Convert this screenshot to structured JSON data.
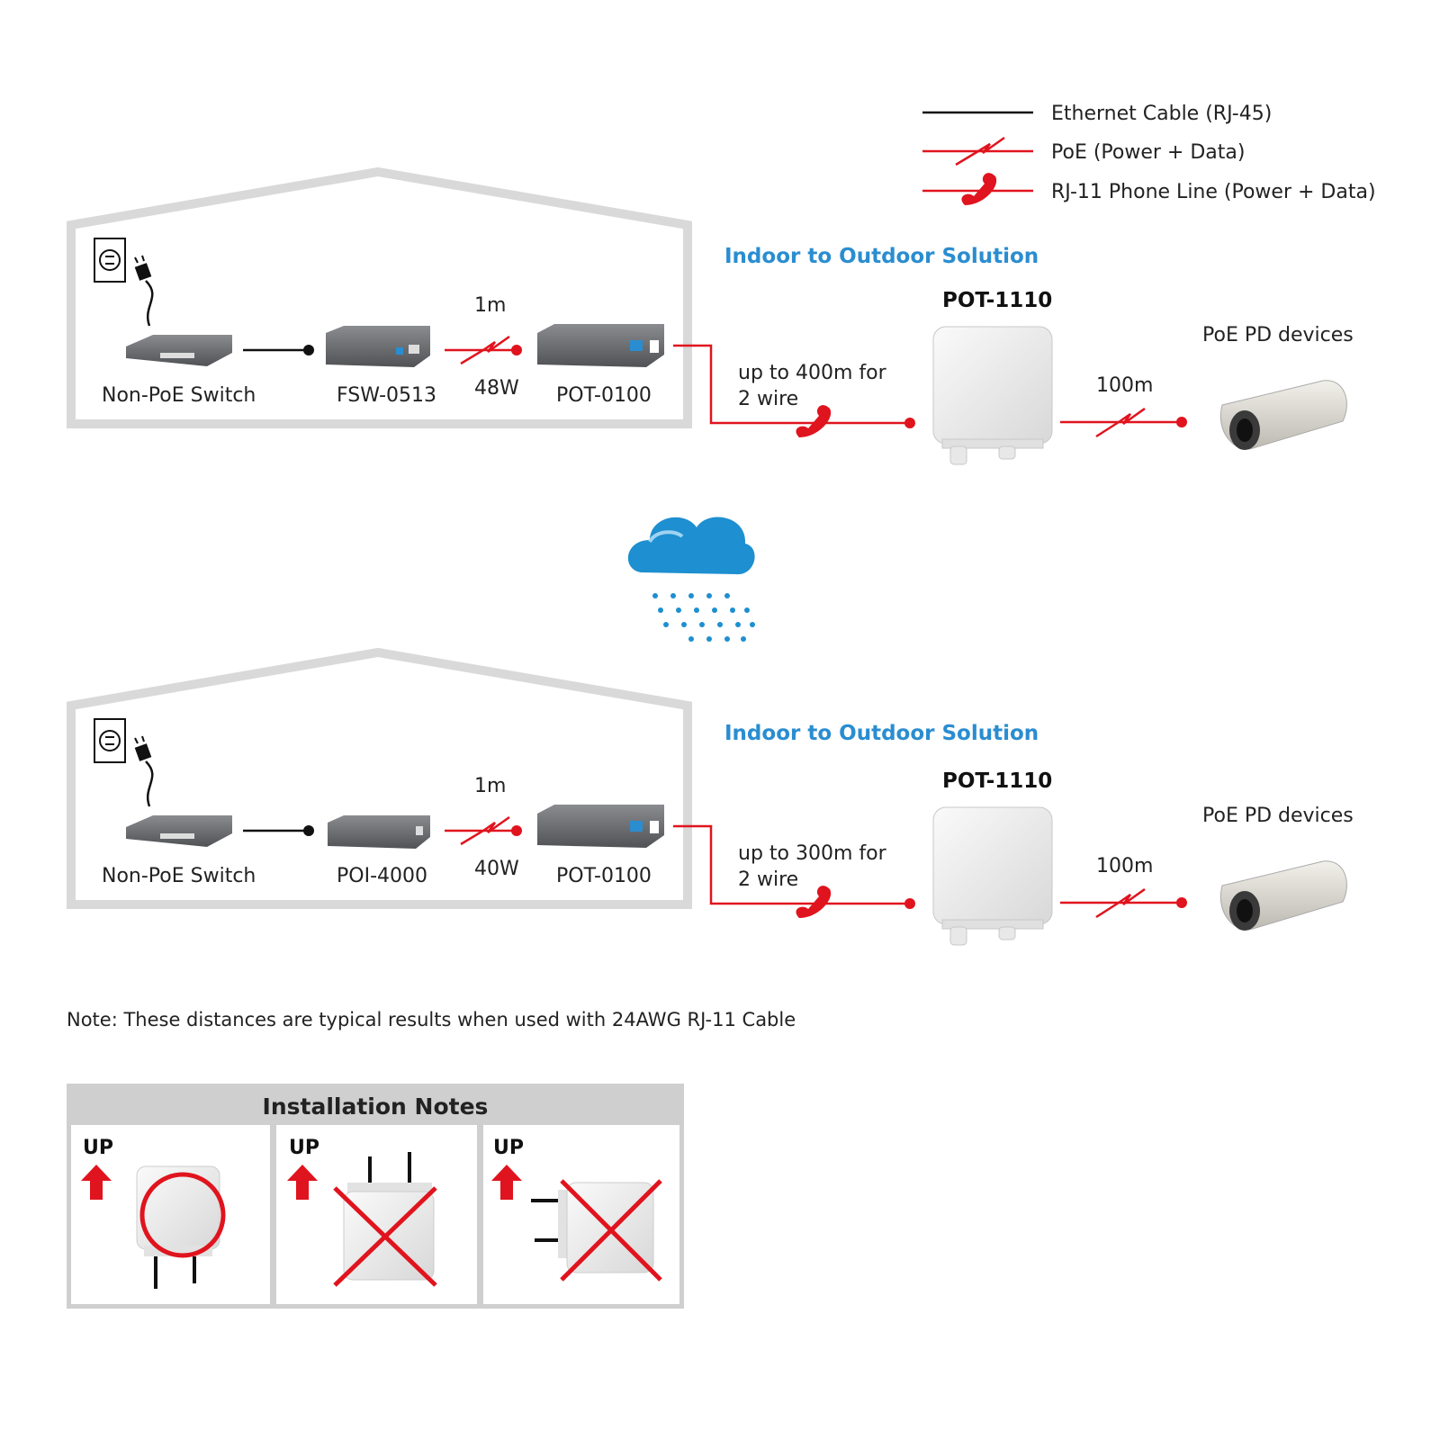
{
  "legend": {
    "ethernet": "Ethernet Cable (RJ-45)",
    "poe": "PoE (Power + Data)",
    "rj11": "RJ-11 Phone Line (Power + Data)"
  },
  "scenarios": [
    {
      "switch_label": "Non-PoE Switch",
      "injector_label": "FSW-0513",
      "cable_length": "1m",
      "power": "48W",
      "repeater_label": "POT-0100",
      "solution_title": "Indoor to Outdoor Solution",
      "outdoor_unit": "POT-1110",
      "distance_line1": "up to 400m for",
      "distance_line2": "2 wire",
      "pd_distance": "100m",
      "pd_label": "PoE PD devices"
    },
    {
      "switch_label": "Non-PoE Switch",
      "injector_label": "POI-4000",
      "cable_length": "1m",
      "power": "40W",
      "repeater_label": "POT-0100",
      "solution_title": "Indoor to Outdoor Solution",
      "outdoor_unit": "POT-1110",
      "distance_line1": "up to 300m for",
      "distance_line2": "2 wire",
      "pd_distance": "100m",
      "pd_label": "PoE PD devices"
    }
  ],
  "note": "Note: These distances are typical results when used with 24AWG RJ-11 Cable",
  "installation": {
    "title": "Installation Notes",
    "panels": [
      {
        "up_label": "UP",
        "mark": "correct"
      },
      {
        "up_label": "UP",
        "mark": "wrong"
      },
      {
        "up_label": "UP",
        "mark": "wrong"
      }
    ]
  },
  "colors": {
    "red": "#e0141e",
    "blue": "#2a8dd0",
    "house_gray": "#d9d9d9",
    "device_gray": "#6d6f72"
  }
}
